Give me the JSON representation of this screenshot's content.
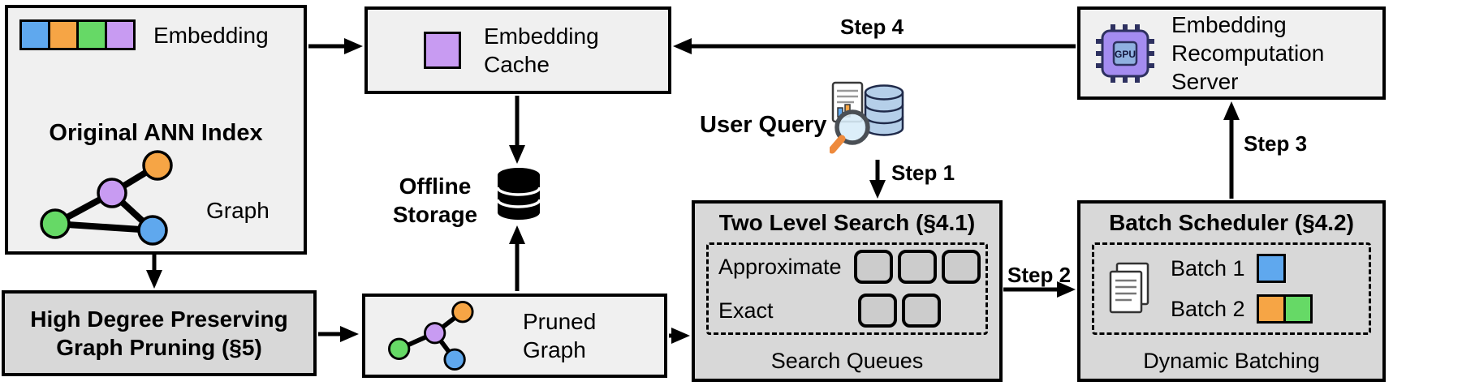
{
  "ann_index": {
    "title": "Original ANN Index",
    "embedding_label": "Embedding",
    "graph_label": "Graph",
    "embedding_colors": [
      "blue",
      "orange",
      "green",
      "purple"
    ]
  },
  "embedding_cache": {
    "label": "Embedding Cache"
  },
  "offline_storage": {
    "label": "Offline Storage"
  },
  "graph_pruning": {
    "title": "High Degree Preserving Graph Pruning (§5)"
  },
  "pruned_graph": {
    "label": "Pruned Graph"
  },
  "user_query": {
    "label": "User Query"
  },
  "two_level_search": {
    "title": "Two Level Search (§4.1)",
    "approximate": "Approximate",
    "exact": "Exact",
    "footer": "Search Queues",
    "approximate_slots": 3,
    "exact_slots": 2
  },
  "batch_scheduler": {
    "title": "Batch Scheduler (§4.2)",
    "batch1": "Batch 1",
    "batch2": "Batch 2",
    "footer": "Dynamic Batching",
    "batch1_colors": [
      "blue"
    ],
    "batch2_colors": [
      "orange",
      "green"
    ]
  },
  "recomputation_server": {
    "label": "Embedding Recomputation Server",
    "gpu_label": "GPU"
  },
  "steps": {
    "s1": "Step 1",
    "s2": "Step 2",
    "s3": "Step 3",
    "s4": "Step 4"
  },
  "icons": {
    "storage": "database-cylinder-icon",
    "user_query": "magnifier-documents-database-icon",
    "gpu": "gpu-chip-icon",
    "documents": "stacked-documents-icon",
    "embedding_cache": "purple-embedding-square-icon"
  },
  "colors": {
    "blue": "#5fa8ee",
    "orange": "#f6a545",
    "green": "#66d966",
    "purple": "#c89bf2",
    "box_light": "#f0f0f0",
    "box_dark": "#d8d8d8",
    "queue_fill": "#cccccc",
    "chip_purple": "#a48cf0",
    "chip_navy": "#2e3160",
    "chip_inner": "#8fb0e0",
    "db_blue": "#b5cfe9",
    "handle_orange": "#ee8a3c",
    "glass_blue": "#d8ecf8"
  }
}
